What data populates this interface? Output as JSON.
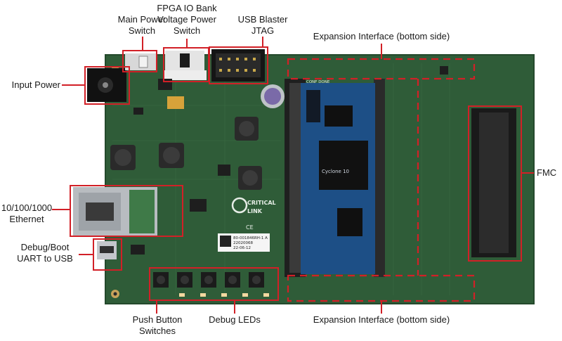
{
  "labels": {
    "main_power_switch": [
      "Main Power",
      "Switch"
    ],
    "fpga_io_bank_switch": [
      "FPGA IO Bank",
      "Voltage Power",
      "Switch"
    ],
    "usb_blaster_jtag": [
      "USB Blaster",
      "JTAG"
    ],
    "expansion_top": [
      "Expansion Interface (bottom side)"
    ],
    "input_power": [
      "Input Power"
    ],
    "fmc": [
      "FMC"
    ],
    "ethernet": [
      "10/100/1000",
      "Ethernet"
    ],
    "debug_boot_uart": [
      "Debug/Boot",
      "UART to USB"
    ],
    "push_button_switches": [
      "Push Button",
      "Switches"
    ],
    "debug_leds": [
      "Debug LEDs"
    ],
    "expansion_bottom": [
      "Expansion Interface (bottom side)"
    ]
  },
  "board_markings": {
    "brand_line1": "CRITICAL",
    "brand_line2": "LINK",
    "ce_mark": "CE",
    "serial_label": [
      "80-001846RH-1 A",
      "22020068",
      "22-06-12"
    ],
    "module_brand": "Cyclone 10",
    "config_done": "CONF DONE"
  },
  "colors": {
    "annotation_red": "#d22027",
    "pcb_green": "#2f5c38",
    "module_blue": "#1d4f86",
    "text": "#1a1a1a"
  }
}
